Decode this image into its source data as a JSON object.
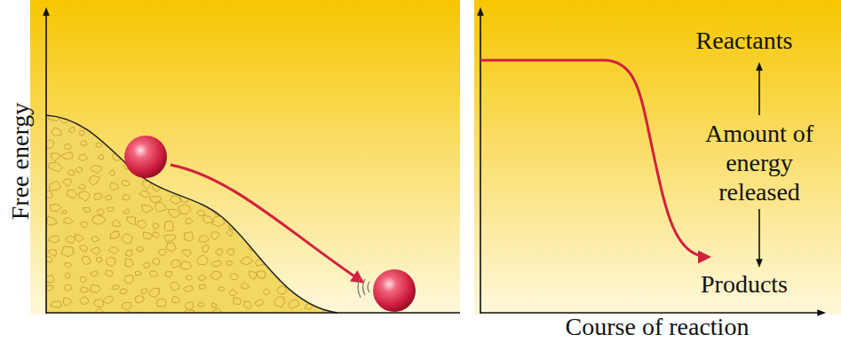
{
  "diagram": {
    "labels": [
      "Free energy",
      "Reactants",
      "Amount of energy released",
      "Products",
      "Course of reaction"
    ]
  }
}
